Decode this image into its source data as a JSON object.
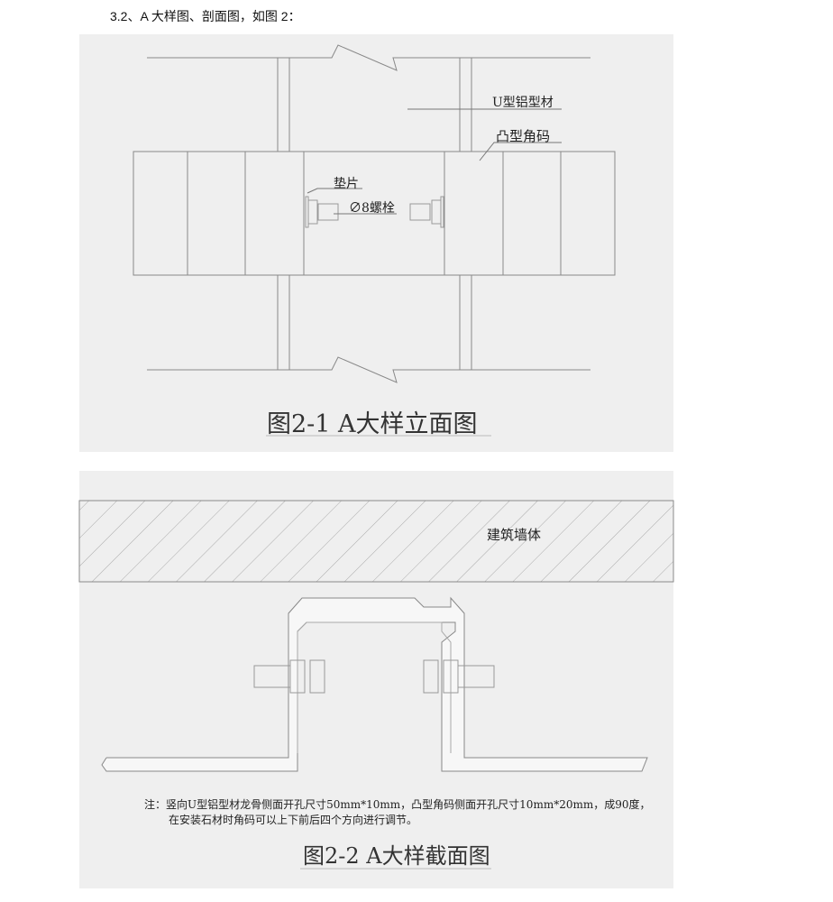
{
  "heading": "3.2、A 大样图、剖面图，如图 2：",
  "figure1": {
    "labels": {
      "u_profile": "U型铝型材",
      "bracket": "凸型角码",
      "washer": "垫片",
      "bolt": "∅8螺栓"
    },
    "title": "图2-1 A大样立面图"
  },
  "figure2": {
    "labels": {
      "wall": "建筑墙体"
    },
    "note_line1": "注：竖向U型铝型材龙骨侧面开孔尺寸50mm*10mm，凸型角码侧面开孔尺寸10mm*20mm，成90度，",
    "note_line2": "在安装石材时角码可以上下前后四个方向进行调节。",
    "title": "图2-2 A大样截面图"
  }
}
